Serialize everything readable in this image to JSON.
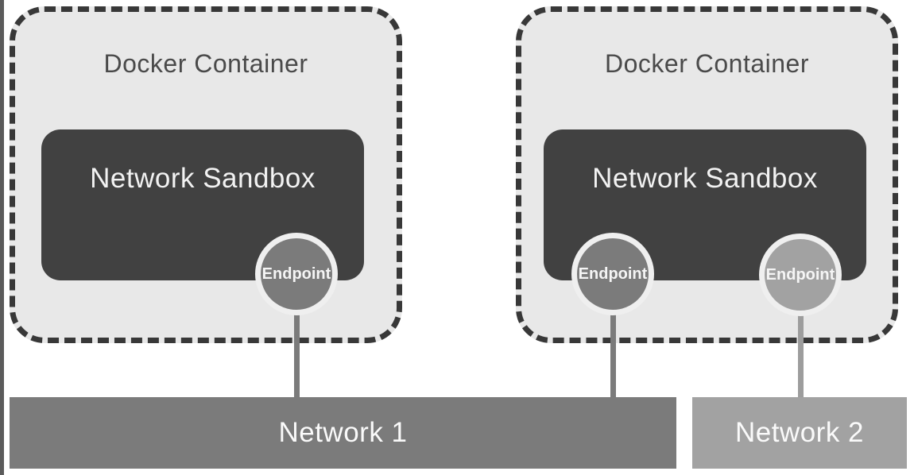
{
  "containers": [
    {
      "label": "Docker Container",
      "sandbox": {
        "label": "Network Sandbox"
      },
      "endpoints": [
        {
          "label": "Endpoint",
          "connects_to": "Network 1"
        }
      ]
    },
    {
      "label": "Docker Container",
      "sandbox": {
        "label": "Network Sandbox"
      },
      "endpoints": [
        {
          "label": "Endpoint",
          "connects_to": "Network 1"
        },
        {
          "label": "Endpoint",
          "connects_to": "Network 2"
        }
      ]
    }
  ],
  "networks": [
    {
      "label": "Network 1",
      "color": "#7b7b7b"
    },
    {
      "label": "Network 2",
      "color": "#a2a2a2"
    }
  ],
  "colors": {
    "container_fill": "#e8e8e8",
    "container_border": "#383838",
    "container_label_text": "#4a4a4a",
    "sandbox_fill": "#414141",
    "sandbox_label_text": "#f2f2f2",
    "endpoint_dark": "#7b7b7b",
    "endpoint_light": "#a2a2a2",
    "endpoint_ring": "#efefef",
    "connector_dark": "#7b7b7b",
    "connector_light": "#9d9d9d",
    "network_label_text": "#fafafa"
  }
}
